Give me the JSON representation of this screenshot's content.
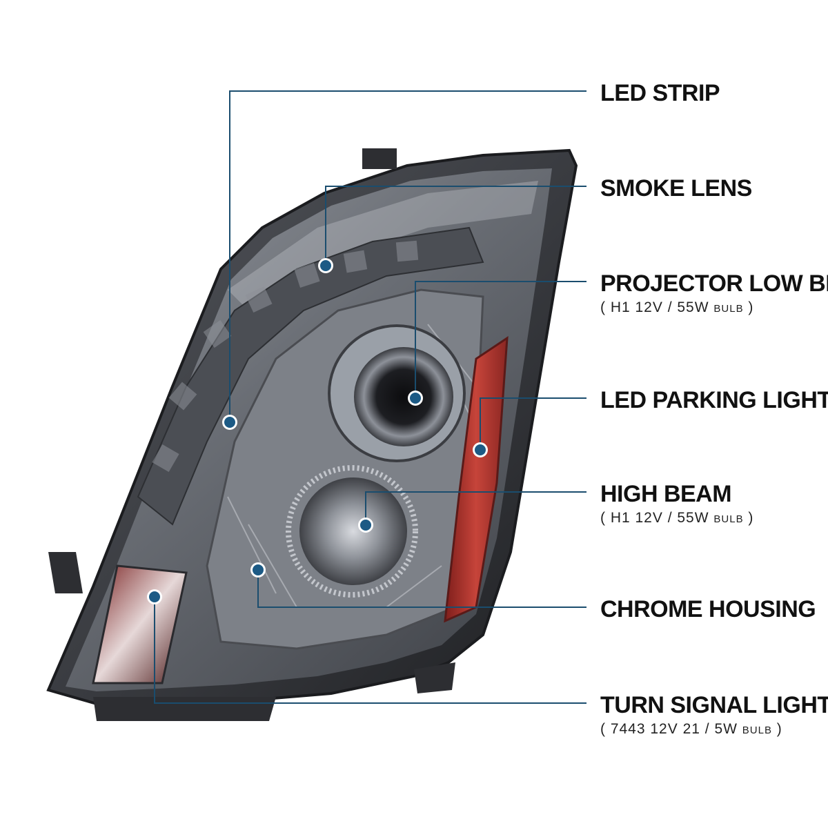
{
  "colors": {
    "leader": "#1a4d6e",
    "dot_fill": "#1c5a85",
    "dot_ring": "#ffffff",
    "housing_dark": "#2b2b2e",
    "housing_mid": "#4a4a50",
    "lens_smoke": "#6f737a",
    "chrome": "#b9bcc2",
    "amber_red": "#b3322b"
  },
  "callouts": [
    {
      "id": "led-strip",
      "label": "LED STRIP",
      "sub": null
    },
    {
      "id": "smoke-lens",
      "label": "SMOKE LENS",
      "sub": null
    },
    {
      "id": "projector-low-beam",
      "label": "PROJECTOR LOW BEAM",
      "sub": {
        "open": "(",
        "spec": "H1  12V / 55W",
        "unit": "BULB",
        "close": ")"
      }
    },
    {
      "id": "led-parking-light",
      "label": "LED PARKING LIGHT",
      "sub": null
    },
    {
      "id": "high-beam",
      "label": "HIGH BEAM",
      "sub": {
        "open": "(",
        "spec": "H1  12V / 55W",
        "unit": "BULB",
        "close": ")"
      }
    },
    {
      "id": "chrome-housing",
      "label": "CHROME HOUSING",
      "sub": null
    },
    {
      "id": "turn-signal-light",
      "label": "TURN SIGNAL LIGHT",
      "sub": {
        "open": "(",
        "spec": "7443  12V  21 / 5W",
        "unit": "BULB",
        "close": ")"
      }
    }
  ]
}
